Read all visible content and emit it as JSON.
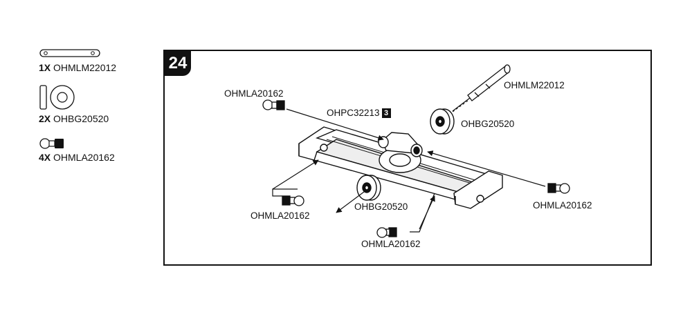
{
  "legend": [
    {
      "qty": "1X",
      "part": "OHMLM22012",
      "icon": "pin-icon"
    },
    {
      "qty": "2X",
      "part": "OHBG20520",
      "icon": "bearing-icon"
    },
    {
      "qty": "4X",
      "part": "OHMLA20162",
      "icon": "ball-stud-icon"
    }
  ],
  "step": {
    "number": "24"
  },
  "callouts": {
    "ball_stud_top_left": "OHMLA20162",
    "center_part": "OHPC32213",
    "center_part_step_ref": "3",
    "pin": "OHMLM22012",
    "bearing_top": "OHBG20520",
    "bearing_bottom": "OHBG20520",
    "ball_stud_right": "OHMLA20162",
    "ball_stud_left": "OHMLA20162",
    "ball_stud_bottom": "OHMLA20162"
  }
}
